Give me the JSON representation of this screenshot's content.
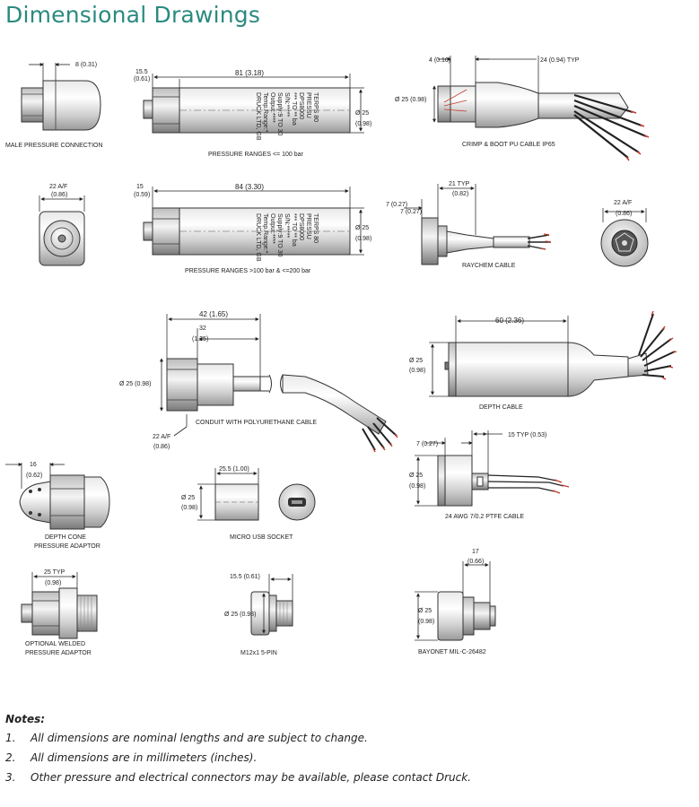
{
  "page": {
    "title": "Dimensional Drawings"
  },
  "drawings": {
    "male_pressure": {
      "caption": "MALE PRESSURE CONNECTION",
      "dim": "8 (0.31)"
    },
    "main_body_100": {
      "caption": "PRESSURE RANGES <= 100 bar",
      "dim_len": "81 (3.18)",
      "dim_a": "15.5",
      "dim_b": "(0.61)",
      "dim_dia_a": "Ø 25",
      "dim_dia_b": "(0.98)",
      "label_lines": [
        "DRUCK LTD, GB",
        "Temp.Range:*",
        "Output:****",
        "Supply:9 TO 30",
        "S/N:*****",
        "DPS8000",
        "*** TO ** ba",
        "PRESSU",
        "TERPS 80"
      ]
    },
    "crimp_boot": {
      "caption": "CRIMP & BOOT PU CABLE IP65",
      "dim_a": "4 (0.16)",
      "dim_b": "24 (0.94) TYP",
      "dim_dia": "Ø 25 (0.98)"
    },
    "front_view": {
      "dim_a": "22 A/F",
      "dim_b": "(0.86)"
    },
    "main_body_200": {
      "caption": "PRESSURE RANGES >100 bar & <=200 bar",
      "dim_len": "84 (3.30)",
      "dim_a": "15",
      "dim_b": "(0.59)",
      "dim_dia_a": "Ø 25",
      "dim_dia_b": "(0.98)",
      "label_lines": [
        "DRUCK LTD, GB",
        "Temp.Range:*",
        "Output:****",
        "Supply:9 TO 30",
        "S/N:*****",
        "DPS8000",
        "*** TO ** ba",
        "PRESSU",
        "TERPS 80"
      ]
    },
    "raychem": {
      "caption": "RAYCHEM CABLE",
      "dim_a": "21 TYP",
      "dim_b": "(0.82)",
      "dim_c": "7 (0.27)",
      "dim_d": "7 (0.27)"
    },
    "bayonet_front": {
      "dim_a": "22 A/F",
      "dim_b": "(0.86)"
    },
    "conduit": {
      "caption": "CONDUIT WITH POLYURETHANE CABLE",
      "dim_a": "42 (1.65)",
      "dim_b": "32",
      "dim_c": "(1.25)",
      "dim_dia": "Ø 25 (0.98)",
      "dim_af_a": "22 A/F",
      "dim_af_b": "(0.86)"
    },
    "depth_cable": {
      "caption": "DEPTH CABLE",
      "dim_len": "60 (2.36)",
      "dim_dia_a": "Ø 25",
      "dim_dia_b": "(0.98)"
    },
    "depth_cone": {
      "caption_a": "DEPTH CONE",
      "caption_b": "PRESSURE ADAPTOR",
      "dim_a": "16",
      "dim_b": "(0.62)"
    },
    "micro_usb": {
      "caption": "MICRO USB SOCKET",
      "dim_len": "25.5 (1.00)",
      "dim_dia_a": "Ø 25",
      "dim_dia_b": "(0.98)"
    },
    "ptfe": {
      "caption": "24 AWG 7/0.2 PTFE CABLE",
      "dim_a": "7 (0.27)",
      "dim_b": "15 TYP (0.53)",
      "dim_dia_a": "Ø 25",
      "dim_dia_b": "(0.98)"
    },
    "welded": {
      "caption_a": "OPTIONAL WELDED",
      "caption_b": "PRESSURE ADAPTOR",
      "dim_a": "25 TYP",
      "dim_b": "(0.98)"
    },
    "m12": {
      "caption": "M12x1 5-PIN",
      "dim_a": "15.5 (0.61)",
      "dim_dia": "Ø 25 (0.98)"
    },
    "bayonet": {
      "caption": "BAYONET MIL-C-26482",
      "dim_a": "17",
      "dim_b": "(0.66)",
      "dim_dia_a": "Ø 25",
      "dim_dia_b": "(0.98)"
    }
  },
  "notes": {
    "title": "Notes:",
    "items": [
      {
        "num": "1.",
        "text": "All dimensions are nominal lengths and are subject to change."
      },
      {
        "num": "2.",
        "text": "All dimensions are in millimeters (inches)."
      },
      {
        "num": "3.",
        "text": "Other pressure and electrical connectors may be available, please contact Druck."
      }
    ]
  }
}
